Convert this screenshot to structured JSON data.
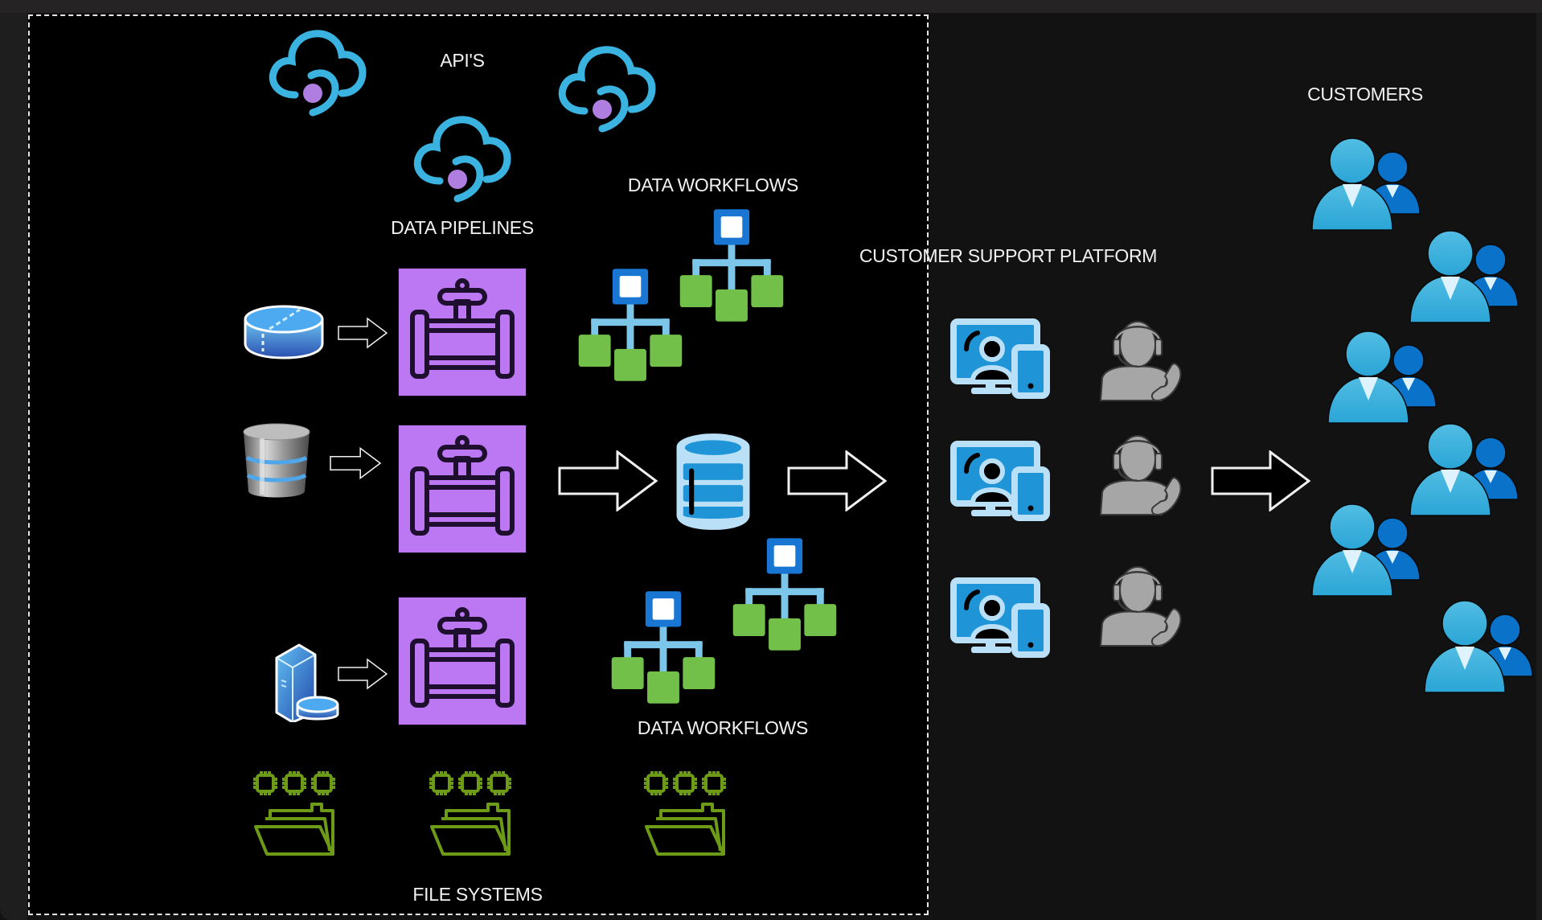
{
  "labels": {
    "apis": "API'S",
    "data_pipelines": "DATA PIPELINES",
    "data_workflows_top": "DATA WORKFLOWS",
    "data_workflows_bottom": "DATA WORKFLOWS",
    "file_systems": "FILE SYSTEMS",
    "customer_support_platform": "CUSTOMER SUPPORT PLATFORM",
    "customers": "CUSTOMERS"
  },
  "icons": {
    "api_cloud": "cloud-api-icon",
    "pipeline": "pipeline-valve-icon",
    "source_disk": "storage-disk-icon",
    "source_database": "database-silver-icon",
    "source_server": "server-database-icon",
    "central_database": "database-icon",
    "workflow": "workflow-tree-icon",
    "file_system": "folder-chips-icon",
    "support_device": "monitor-video-call-icon",
    "support_agent": "agent-headset-icon",
    "customer": "user-group-icon",
    "arrow": "arrow-right-icon"
  },
  "colors": {
    "canvas_bg": "#121212",
    "group_bg": "#000000",
    "cloud": "#3bb3e0",
    "cloud_dot": "#b07ee0",
    "pipeline_fill": "#bb78f2",
    "workflow_root": "#1976d2",
    "workflow_link": "#7cc6ea",
    "workflow_leaf": "#72c04a",
    "folder_green": "#6d9a17",
    "database_blue": "#1f94d6",
    "agent_gray": "#a6a6a6",
    "customer_light": "#3fb1dc",
    "customer_dark": "#0b72c9"
  }
}
